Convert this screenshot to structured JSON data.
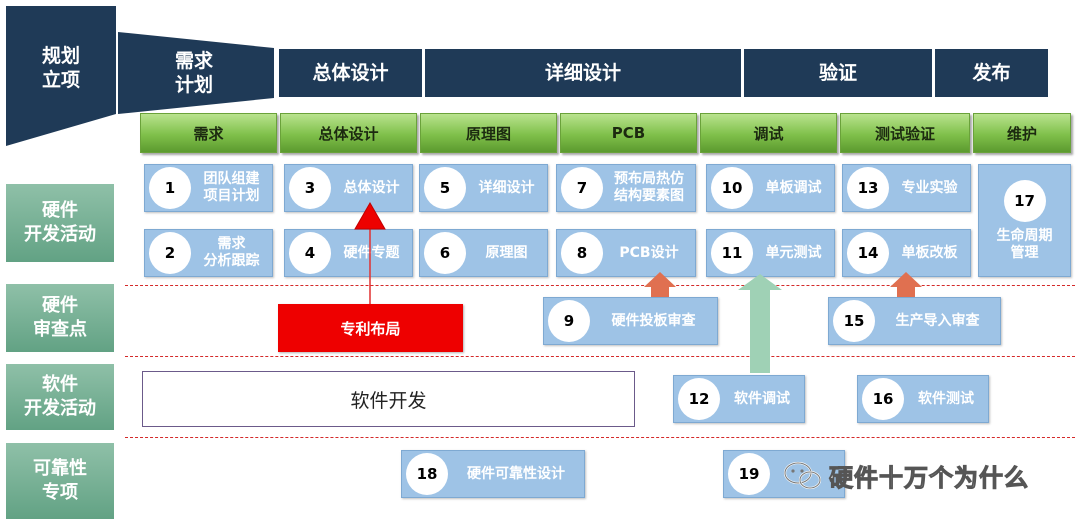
{
  "phases": {
    "planning": "规划\n立项",
    "requirements": "需求\n计划",
    "overall_design": "总体设计",
    "detailed_design": "详细设计",
    "verification": "验证",
    "release": "发布"
  },
  "stages": [
    "需求",
    "总体设计",
    "原理图",
    "PCB",
    "调试",
    "测试验证",
    "维护"
  ],
  "row_labels": {
    "hw_activities": "硬件\n开发活动",
    "hw_review": "硬件\n审查点",
    "sw_activities": "软件\n开发活动",
    "reliability": "可靠性\n专项"
  },
  "activities": [
    {
      "num": "1",
      "label": "团队组建\n项目计划"
    },
    {
      "num": "2",
      "label": "需求\n分析跟踪"
    },
    {
      "num": "3",
      "label": "总体设计"
    },
    {
      "num": "4",
      "label": "硬件专题"
    },
    {
      "num": "5",
      "label": "详细设计"
    },
    {
      "num": "6",
      "label": "原理图"
    },
    {
      "num": "7",
      "label": "预布局热仿\n结构要素图"
    },
    {
      "num": "8",
      "label": "PCB设计"
    },
    {
      "num": "10",
      "label": "单板调试"
    },
    {
      "num": "11",
      "label": "单元测试"
    },
    {
      "num": "13",
      "label": "专业实验"
    },
    {
      "num": "14",
      "label": "单板改板"
    },
    {
      "num": "17",
      "label": "生命周期\n管理"
    },
    {
      "num": "9",
      "label": "硬件投板审查"
    },
    {
      "num": "15",
      "label": "生产导入审查"
    },
    {
      "num": "12",
      "label": "软件调试"
    },
    {
      "num": "16",
      "label": "软件测试"
    },
    {
      "num": "18",
      "label": "硬件可靠性设计"
    },
    {
      "num": "19",
      "label": ""
    }
  ],
  "patent_box": "专利布局",
  "software_dev": "软件开发",
  "watermark": "硬件十万个为什么",
  "colors": {
    "phase_bg": "#1f3a57",
    "stage_green": "#7fc04a",
    "row_label_green": "#62a284",
    "activity_blue": "#9ec3e6",
    "patent_red": "#ee0000",
    "review_arrow": "#e07050",
    "test_arrow": "#9fd1b5",
    "divider": "#d42a2a"
  },
  "icons": [
    "wechat-icon"
  ]
}
